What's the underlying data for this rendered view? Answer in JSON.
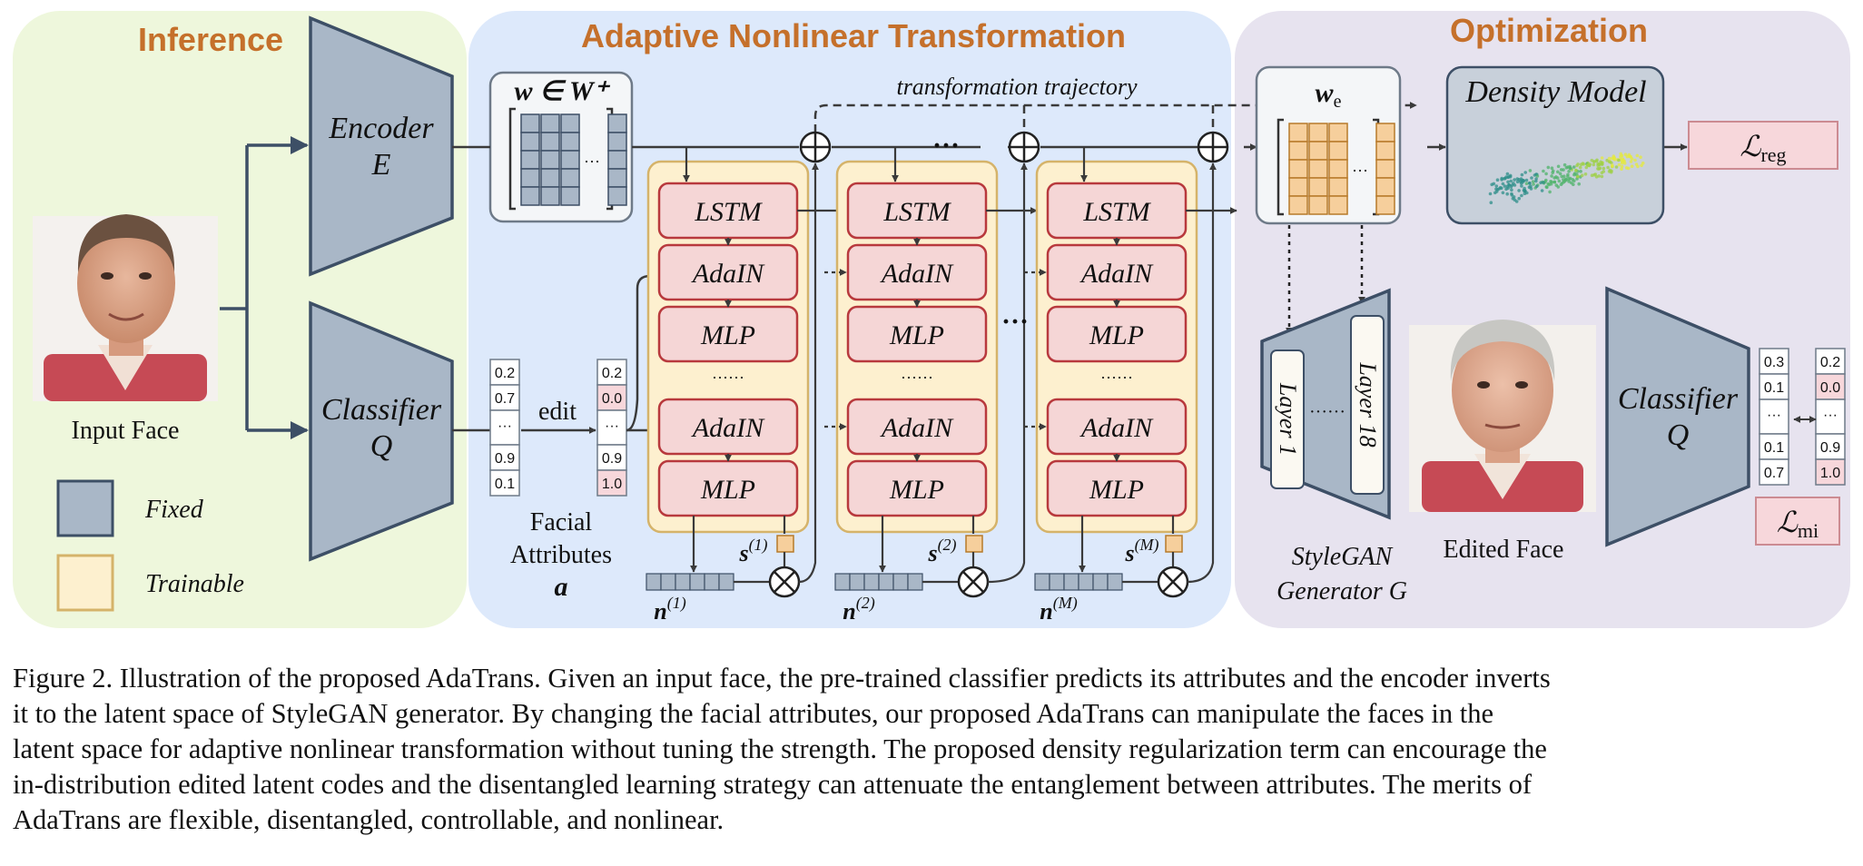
{
  "panels": {
    "inference": {
      "title": "Inference",
      "bg": "#eef7dc"
    },
    "transformation": {
      "title": "Adaptive Nonlinear Transformation",
      "bg": "#dde9fb"
    },
    "optimization": {
      "title": "Optimization",
      "bg": "#e7e3ef"
    },
    "title_color": "#c5702b"
  },
  "inference": {
    "input_face_label": "Input Face",
    "encoder_label": [
      "Encoder",
      "E"
    ],
    "classifier_label": [
      "Classifier",
      "Q"
    ],
    "legend": [
      {
        "label": "Fixed",
        "color": "#a9b7c7",
        "border": "#3d4f66"
      },
      {
        "label": "Trainable",
        "color": "#fdf0cf",
        "border": "#d5b36a"
      }
    ]
  },
  "transformation": {
    "latent_label": "w ∈ W⁺",
    "edit_label": "edit",
    "trajectory_label": "transformation trajectory",
    "facial_attributes_label": [
      "Facial",
      "Attributes",
      "a"
    ],
    "attr_before": [
      "0.2",
      "0.7",
      "···",
      "0.9",
      "0.1"
    ],
    "attr_after": [
      "0.2",
      "0.0",
      "···",
      "0.9",
      "1.0"
    ],
    "attr_after_highlight": [
      false,
      true,
      false,
      false,
      true
    ],
    "dots": "···",
    "block_dots": "······",
    "block_labels": [
      "LSTM",
      "AdaIN",
      "MLP",
      "AdaIN",
      "MLP"
    ],
    "blocks": [
      {
        "s": "s",
        "s_sup": "(1)",
        "n": "n",
        "n_sup": "(1)"
      },
      {
        "s": "s",
        "s_sup": "(2)",
        "n": "n",
        "n_sup": "(2)"
      },
      {
        "s": "s",
        "s_sup": "(M)",
        "n": "n",
        "n_sup": "(M)"
      }
    ],
    "box_fill": "#f5d6d6",
    "box_border": "#b8393d"
  },
  "optimization": {
    "we_label": "w",
    "we_sub": "e",
    "density_label": "Density Model",
    "loss_reg": "ℒ",
    "loss_reg_sub": "reg",
    "loss_mi": "ℒ",
    "loss_mi_sub": "mi",
    "generator_layers": [
      "Layer 1",
      "Layer 18"
    ],
    "generator_dots": "······",
    "generator_label": [
      "StyleGAN",
      "Generator G"
    ],
    "edited_face_label": "Edited Face",
    "classifier_label": [
      "Classifier",
      "Q"
    ],
    "pred_values": [
      "0.3",
      "0.1",
      "···",
      "0.1",
      "0.7"
    ],
    "target_values": [
      "0.2",
      "0.0",
      "···",
      "0.9",
      "1.0"
    ],
    "target_highlight": [
      false,
      true,
      false,
      false,
      true
    ]
  },
  "caption": {
    "lines": [
      "Figure 2. Illustration of the proposed AdaTrans. Given an input face, the pre-trained classifier predicts its attributes and the encoder inverts",
      "it to the latent space of StyleGAN generator. By changing the facial attributes, our proposed AdaTrans can manipulate the faces in the",
      "latent space for adaptive nonlinear transformation without tuning the strength. The proposed density regularization term can encourage the",
      "in-distribution edited latent codes and the disentangled learning strategy can attenuate the entanglement between attributes. The merits of",
      "AdaTrans are flexible, disentangled, controllable, and nonlinear."
    ]
  }
}
